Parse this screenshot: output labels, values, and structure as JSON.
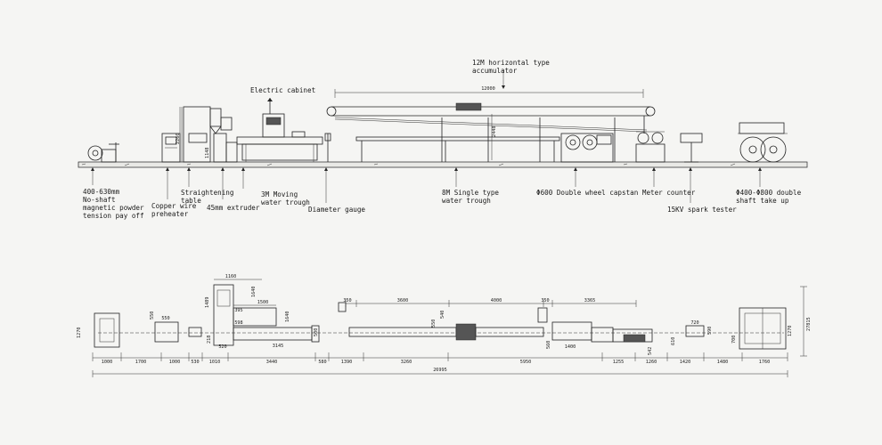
{
  "labels": {
    "accumulator": [
      "12M horizontal type",
      "accumulator"
    ],
    "electric_cabinet": "Electric cabinet",
    "payoff": [
      "400-630mm",
      "No-shaft",
      "magnetic powder",
      "tension pay off"
    ],
    "preheater": [
      "Copper wire",
      "preheater"
    ],
    "straightening": [
      "Straightening",
      "table"
    ],
    "extruder": "45mm extruder",
    "moving_trough": [
      "3M Moving",
      "water trough"
    ],
    "diameter_gauge": "Diameter gauge",
    "single_trough": [
      "8M Single type",
      "water trough"
    ],
    "capstan_meter": "Φ600 Double wheel capstan Meter counter",
    "spark_tester": "15KV spark tester",
    "takeup": [
      "Φ400-Φ800 double",
      "shaft take up"
    ]
  },
  "elev_dims": {
    "accum_length": "12000",
    "accum_height": "2448",
    "preheater_height": "2260",
    "extruder_height": "1148"
  },
  "plan_dims": {
    "top": [
      {
        "t": "1160"
      },
      {
        "t": "1500"
      },
      {
        "t": "350"
      },
      {
        "t": "3600"
      },
      {
        "t": "4000"
      },
      {
        "t": "350"
      },
      {
        "t": "3365"
      }
    ],
    "small": [
      {
        "t": "550"
      },
      {
        "t": "550"
      },
      {
        "t": "1640"
      },
      {
        "t": "1640"
      },
      {
        "t": "1489"
      },
      {
        "t": "395"
      },
      {
        "t": "598"
      },
      {
        "t": "520"
      },
      {
        "t": "3145"
      },
      {
        "t": "218"
      },
      {
        "t": "500"
      },
      {
        "t": "550"
      },
      {
        "t": "540"
      },
      {
        "t": "560"
      },
      {
        "t": "1400"
      },
      {
        "t": "542"
      },
      {
        "t": "720"
      },
      {
        "t": "1270"
      },
      {
        "t": "610"
      },
      {
        "t": "590"
      },
      {
        "t": "1270"
      },
      {
        "t": "700"
      }
    ],
    "bottom_chain": [
      {
        "t": "1000"
      },
      {
        "t": "1700"
      },
      {
        "t": "1000"
      },
      {
        "t": "530"
      },
      {
        "t": "1010"
      },
      {
        "t": "3440"
      },
      {
        "t": "580"
      },
      {
        "t": "1390"
      },
      {
        "t": "3260"
      },
      {
        "t": "5950"
      },
      {
        "t": "1255"
      },
      {
        "t": "1260"
      },
      {
        "t": "1420"
      },
      {
        "t": "1480"
      },
      {
        "t": "1760"
      }
    ],
    "total": "26995",
    "right_side": "27815"
  }
}
